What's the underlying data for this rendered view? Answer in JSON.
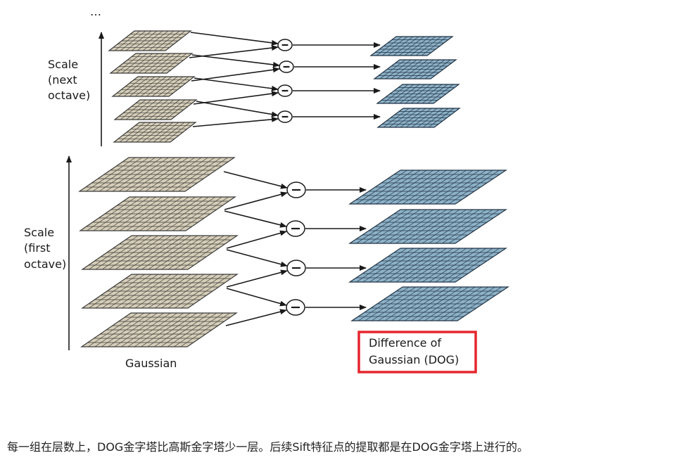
{
  "diagram": {
    "ellipsis": "…",
    "axis_labels": {
      "next_octave": [
        "Scale",
        "(next",
        "octave)"
      ],
      "first_octave": [
        "Scale",
        "(first",
        "octave)"
      ]
    },
    "gaussian_label": "Gaussian",
    "dog_label": [
      "Difference of",
      "Gaussian (DOG)"
    ],
    "minus_symbol": "−",
    "colors": {
      "gaussian_grid": "#d6ceb8",
      "dog_grid": "#8eb3c9",
      "highlight_box": "#e5262e"
    }
  },
  "caption": "每一组在层数上，DOG金字塔比高斯金字塔少一层。后续Sift特征点的提取都是在DOG金字塔上进行的。"
}
